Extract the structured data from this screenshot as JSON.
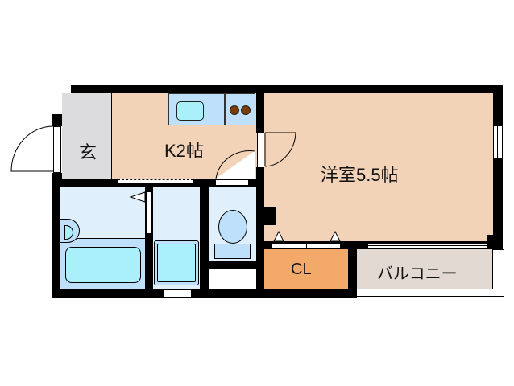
{
  "floorplan": {
    "rooms": {
      "entrance": {
        "label": "玄",
        "color": "#dcdcde"
      },
      "kitchen": {
        "label": "K2帖",
        "color": "#f2d3b8"
      },
      "western_room": {
        "label": "洋室5.5帖",
        "color": "#f2d3b8"
      },
      "closet": {
        "label": "CL",
        "color": "#f2a96a"
      },
      "balcony": {
        "label": "バルコニー",
        "color": "#e2dad2"
      },
      "bathroom": {
        "label": "",
        "color": "#dff0fc"
      },
      "washroom": {
        "label": "",
        "color": "#dff0fc"
      },
      "toilet": {
        "label": "",
        "color": "#dff0fc"
      }
    },
    "fixtures": {
      "sink_color": "#a9f0fb",
      "counter_color": "#bfe0fb",
      "burner_color": "#7a3d08",
      "bathtub_color": "#a9f0fb",
      "fixture_color": "#bfe0fb"
    },
    "wall_color": "#000000"
  }
}
